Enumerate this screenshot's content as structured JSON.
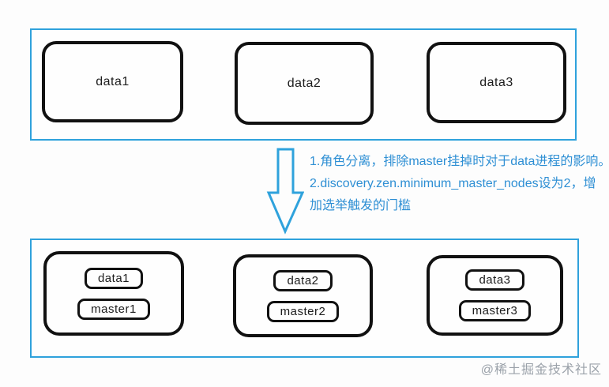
{
  "diagram": {
    "top_cluster": {
      "nodes": [
        {
          "label": "data1"
        },
        {
          "label": "data2"
        },
        {
          "label": "data3"
        }
      ]
    },
    "annotation": {
      "line1": "1.角色分离，排除master挂掉时对于data进程的影响。",
      "line2": "2.discovery.zen.minimum_master_nodes设为2，增",
      "line3": "加选举触发的门槛"
    },
    "bottom_cluster": {
      "nodes": [
        {
          "data_label": "data1",
          "master_label": "master1"
        },
        {
          "data_label": "data2",
          "master_label": "master2"
        },
        {
          "data_label": "data3",
          "master_label": "master3"
        }
      ]
    },
    "watermark": "@稀土掘金技术社区",
    "colors": {
      "cluster_border": "#2fa2dc",
      "node_border": "#111111",
      "annotation_text": "#2e8fd4",
      "arrow_stroke": "#2fa2dc",
      "watermark_text": "#9aa1a9"
    },
    "icons": {
      "down_arrow": "down-arrow-icon"
    }
  }
}
